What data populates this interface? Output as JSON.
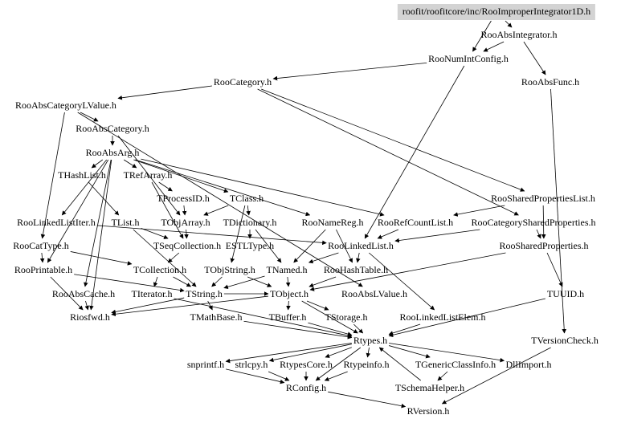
{
  "diagram": {
    "title": "Include dependency graph",
    "root": "roofit/roofitcore/inc/RooImproperIntegrator1D.h",
    "nodes": [
      {
        "id": "root",
        "label": "roofit/roofitcore/inc/RooImproperIntegrator1D.h"
      },
      {
        "id": "RooAbsIntegrator",
        "label": "RooAbsIntegrator.h"
      },
      {
        "id": "RooNumIntConfig",
        "label": "RooNumIntConfig.h"
      },
      {
        "id": "RooAbsFunc",
        "label": "RooAbsFunc.h"
      },
      {
        "id": "RooCategory",
        "label": "RooCategory.h"
      },
      {
        "id": "RooAbsCategoryLValue",
        "label": "RooAbsCategoryLValue.h"
      },
      {
        "id": "RooAbsCategory",
        "label": "RooAbsCategory.h"
      },
      {
        "id": "RooAbsArg",
        "label": "RooAbsArg.h"
      },
      {
        "id": "THashList",
        "label": "THashList.h"
      },
      {
        "id": "TRefArray",
        "label": "TRefArray.h"
      },
      {
        "id": "TProcessID",
        "label": "TProcessID.h"
      },
      {
        "id": "TClass",
        "label": "TClass.h"
      },
      {
        "id": "RooSharedPropertiesList",
        "label": "RooSharedPropertiesList.h"
      },
      {
        "id": "RooLinkedListIter",
        "label": "RooLinkedListIter.h"
      },
      {
        "id": "TList",
        "label": "TList.h"
      },
      {
        "id": "TObjArray",
        "label": "TObjArray.h"
      },
      {
        "id": "TDictionary",
        "label": "TDictionary.h"
      },
      {
        "id": "RooNameReg",
        "label": "RooNameReg.h"
      },
      {
        "id": "RooRefCountList",
        "label": "RooRefCountList.h"
      },
      {
        "id": "RooCategorySharedProperties",
        "label": "RooCategorySharedProperties.h"
      },
      {
        "id": "RooCatType",
        "label": "RooCatType.h"
      },
      {
        "id": "TSeqCollection",
        "label": "TSeqCollection.h"
      },
      {
        "id": "ESTLType",
        "label": "ESTLType.h"
      },
      {
        "id": "RooLinkedList",
        "label": "RooLinkedList.h"
      },
      {
        "id": "RooSharedProperties",
        "label": "RooSharedProperties.h"
      },
      {
        "id": "RooPrintable",
        "label": "RooPrintable.h"
      },
      {
        "id": "TCollection",
        "label": "TCollection.h"
      },
      {
        "id": "TObjString",
        "label": "TObjString.h"
      },
      {
        "id": "TNamed",
        "label": "TNamed.h"
      },
      {
        "id": "RooHashTable",
        "label": "RooHashTable.h"
      },
      {
        "id": "RooAbsCache",
        "label": "RooAbsCache.h"
      },
      {
        "id": "TIterator",
        "label": "TIterator.h"
      },
      {
        "id": "TString",
        "label": "TString.h"
      },
      {
        "id": "TObject",
        "label": "TObject.h"
      },
      {
        "id": "RooAbsLValue",
        "label": "RooAbsLValue.h"
      },
      {
        "id": "TUUID",
        "label": "TUUID.h"
      },
      {
        "id": "Riosfwd",
        "label": "Riosfwd.h"
      },
      {
        "id": "TMathBase",
        "label": "TMathBase.h"
      },
      {
        "id": "TBuffer",
        "label": "TBuffer.h"
      },
      {
        "id": "TStorage",
        "label": "TStorage.h"
      },
      {
        "id": "RooLinkedListElem",
        "label": "RooLinkedListElem.h"
      },
      {
        "id": "Rtypes",
        "label": "Rtypes.h"
      },
      {
        "id": "TVersionCheck",
        "label": "TVersionCheck.h"
      },
      {
        "id": "snprintf",
        "label": "snprintf.h"
      },
      {
        "id": "strlcpy",
        "label": "strlcpy.h"
      },
      {
        "id": "RtypesCore",
        "label": "RtypesCore.h"
      },
      {
        "id": "Rtypeinfo",
        "label": "Rtypeinfo.h"
      },
      {
        "id": "TGenericClassInfo",
        "label": "TGenericClassInfo.h"
      },
      {
        "id": "DllImport",
        "label": "DllImport.h"
      },
      {
        "id": "RConfig",
        "label": "RConfig.h"
      },
      {
        "id": "TSchemaHelper",
        "label": "TSchemaHelper.h"
      },
      {
        "id": "RVersion",
        "label": "RVersion.h"
      }
    ],
    "edges": [
      [
        "root",
        "RooAbsIntegrator"
      ],
      [
        "root",
        "RooNumIntConfig"
      ],
      [
        "RooAbsIntegrator",
        "RooNumIntConfig"
      ],
      [
        "RooAbsIntegrator",
        "RooAbsFunc"
      ],
      [
        "RooNumIntConfig",
        "RooCategory"
      ],
      [
        "RooNumIntConfig",
        "RooLinkedList"
      ],
      [
        "RooAbsFunc",
        "TVersionCheck"
      ],
      [
        "RooCategory",
        "RooAbsCategoryLValue"
      ],
      [
        "RooCategory",
        "RooSharedPropertiesList"
      ],
      [
        "RooCategory",
        "RooCategorySharedProperties"
      ],
      [
        "RooAbsCategoryLValue",
        "RooAbsCategory"
      ],
      [
        "RooAbsCategoryLValue",
        "RooAbsLValue"
      ],
      [
        "RooAbsCategoryLValue",
        "RooCatType"
      ],
      [
        "RooAbsCategory",
        "RooAbsArg"
      ],
      [
        "RooAbsCategory",
        "TObjArray"
      ],
      [
        "RooAbsArg",
        "THashList"
      ],
      [
        "RooAbsArg",
        "TRefArray"
      ],
      [
        "RooAbsArg",
        "TClass"
      ],
      [
        "RooAbsArg",
        "RooNameReg"
      ],
      [
        "RooAbsArg",
        "RooRefCountList"
      ],
      [
        "RooAbsArg",
        "RooPrintable"
      ],
      [
        "RooAbsArg",
        "RooAbsCache"
      ],
      [
        "RooAbsArg",
        "Riosfwd"
      ],
      [
        "RooAbsArg",
        "RooLinkedListIter"
      ],
      [
        "THashList",
        "TList"
      ],
      [
        "TRefArray",
        "TProcessID"
      ],
      [
        "TRefArray",
        "TSeqCollection"
      ],
      [
        "TProcessID",
        "TObjArray"
      ],
      [
        "TClass",
        "TDictionary"
      ],
      [
        "TClass",
        "TObjString"
      ],
      [
        "TClass",
        "TObjArray"
      ],
      [
        "RooSharedPropertiesList",
        "RooRefCountList"
      ],
      [
        "RooSharedPropertiesList",
        "RooSharedProperties"
      ],
      [
        "RooLinkedListIter",
        "RooLinkedList"
      ],
      [
        "TList",
        "TSeqCollection"
      ],
      [
        "TList",
        "TString"
      ],
      [
        "TObjArray",
        "TSeqCollection"
      ],
      [
        "TDictionary",
        "ESTLType"
      ],
      [
        "TDictionary",
        "TNamed"
      ],
      [
        "RooNameReg",
        "TNamed"
      ],
      [
        "RooNameReg",
        "RooHashTable"
      ],
      [
        "RooRefCountList",
        "RooLinkedList"
      ],
      [
        "RooCategorySharedProperties",
        "RooLinkedList"
      ],
      [
        "RooCategorySharedProperties",
        "RooSharedProperties"
      ],
      [
        "RooCatType",
        "RooPrintable"
      ],
      [
        "RooCatType",
        "TCollection"
      ],
      [
        "TSeqCollection",
        "TCollection"
      ],
      [
        "RooLinkedList",
        "TNamed"
      ],
      [
        "RooLinkedList",
        "RooHashTable"
      ],
      [
        "RooLinkedList",
        "RooLinkedListElem"
      ],
      [
        "RooSharedProperties",
        "TObject"
      ],
      [
        "RooSharedProperties",
        "TUUID"
      ],
      [
        "RooPrintable",
        "Riosfwd"
      ],
      [
        "RooPrintable",
        "TString"
      ],
      [
        "TCollection",
        "TIterator"
      ],
      [
        "TCollection",
        "TString"
      ],
      [
        "TObjString",
        "TObject"
      ],
      [
        "TObjString",
        "TString"
      ],
      [
        "TNamed",
        "TObject"
      ],
      [
        "TNamed",
        "TString"
      ],
      [
        "RooHashTable",
        "TObject"
      ],
      [
        "RooAbsCache",
        "Riosfwd"
      ],
      [
        "TIterator",
        "Rtypes"
      ],
      [
        "TString",
        "Riosfwd"
      ],
      [
        "TString",
        "TMathBase"
      ],
      [
        "TString",
        "TObject"
      ],
      [
        "TObject",
        "TBuffer"
      ],
      [
        "TObject",
        "TStorage"
      ],
      [
        "TObject",
        "Rtypes"
      ],
      [
        "TObject",
        "Riosfwd"
      ],
      [
        "TUUID",
        "Rtypes"
      ],
      [
        "TMathBase",
        "Rtypes"
      ],
      [
        "TBuffer",
        "Rtypes"
      ],
      [
        "TStorage",
        "Rtypes"
      ],
      [
        "RooLinkedListElem",
        "Rtypes"
      ],
      [
        "Rtypes",
        "snprintf"
      ],
      [
        "Rtypes",
        "strlcpy"
      ],
      [
        "Rtypes",
        "RtypesCore"
      ],
      [
        "Rtypes",
        "Rtypeinfo"
      ],
      [
        "Rtypes",
        "TGenericClassInfo"
      ],
      [
        "Rtypes",
        "DllImport"
      ],
      [
        "Rtypes",
        "RConfig"
      ],
      [
        "TSchemaHelper",
        "Rtypes"
      ],
      [
        "TGenericClassInfo",
        "TSchemaHelper"
      ],
      [
        "snprintf",
        "RConfig"
      ],
      [
        "strlcpy",
        "RConfig"
      ],
      [
        "RtypesCore",
        "RConfig"
      ],
      [
        "Rtypeinfo",
        "RConfig"
      ],
      [
        "RConfig",
        "RVersion"
      ],
      [
        "TVersionCheck",
        "RVersion"
      ]
    ]
  }
}
